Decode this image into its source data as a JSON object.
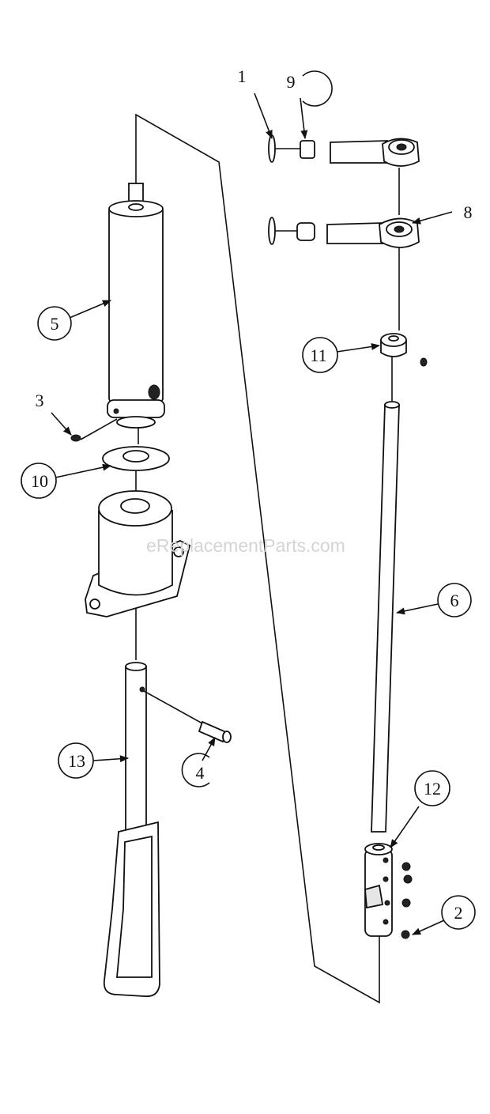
{
  "watermark": "eReplacementParts.com",
  "callouts": [
    "1",
    "9",
    "8",
    "5",
    "11",
    "3",
    "10",
    "6",
    "13",
    "4",
    "12",
    "2"
  ],
  "colors": {
    "line": "#111111",
    "shade": "#e6e6e6",
    "watermark": "#d4d4d4"
  }
}
